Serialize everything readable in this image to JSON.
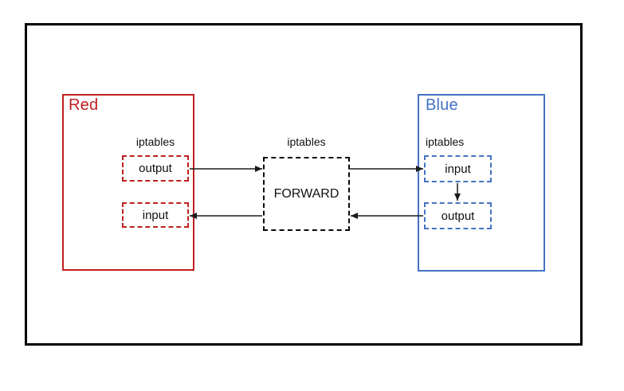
{
  "colors": {
    "red": "#C01F1F",
    "blue": "#4472C4",
    "line": "#1a1a1a",
    "frame": "#000000"
  },
  "red_host": {
    "title": "Red",
    "iptables_label": "iptables",
    "chains": {
      "output": "output",
      "input": "input"
    }
  },
  "forward": {
    "iptables_label": "iptables",
    "chain": "FORWARD"
  },
  "blue_host": {
    "title": "Blue",
    "iptables_label": "iptables",
    "chains": {
      "input": "input",
      "output": "output"
    }
  },
  "edges": [
    {
      "from": "red-output",
      "to": "forward"
    },
    {
      "from": "forward",
      "to": "blue-input"
    },
    {
      "from": "blue-input",
      "to": "blue-output"
    },
    {
      "from": "blue-output",
      "to": "forward"
    },
    {
      "from": "forward",
      "to": "red-input"
    }
  ]
}
